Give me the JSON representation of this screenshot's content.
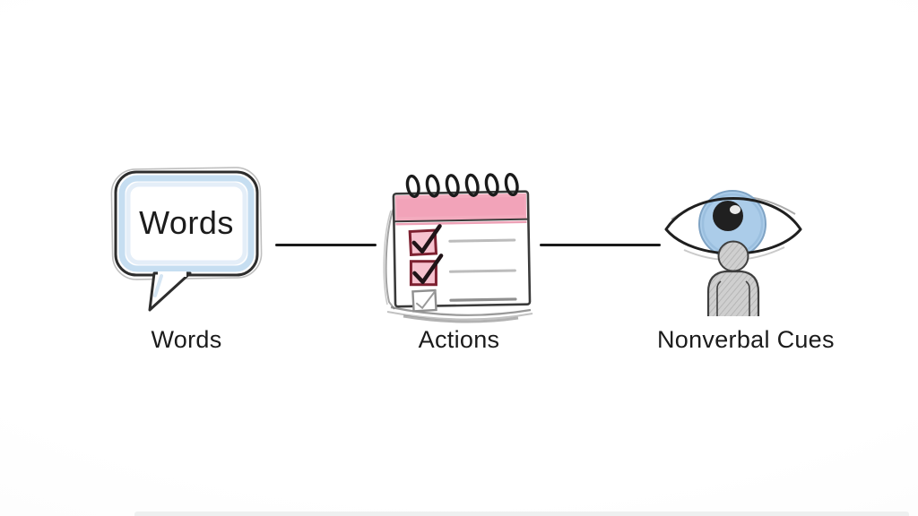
{
  "figure": {
    "background": "#fdfdfd",
    "connector_color": "#1a1a1a",
    "nodes": [
      {
        "id": "words",
        "label": "Words",
        "icon": "speech-bubble-icon",
        "bubble_text": "Words",
        "colors": {
          "outline": "#2d2d2d",
          "inner_glow": "#bcd8ee"
        }
      },
      {
        "id": "actions",
        "label": "Actions",
        "icon": "checklist-calendar-icon",
        "colors": {
          "header_pink": "#f3abbe",
          "checkbox_red": "#7d2030",
          "checkbox_fill_pink": "#f6c2cf",
          "check_ink": "#201418",
          "unchecked_gray": "#909090",
          "ruled_line_gray": "#bcbcbc",
          "page_outline": "#3a3a3a"
        }
      },
      {
        "id": "nonverbal-cues",
        "label": "Nonverbal Cues",
        "icon": "eye-over-person-icon",
        "colors": {
          "iris_blue": "#abcce9",
          "pupil": "#202020",
          "figure_gray": "#cfcfcf",
          "outline": "#3f3f3f",
          "brow_gray": "#9c9c9c"
        }
      }
    ]
  }
}
